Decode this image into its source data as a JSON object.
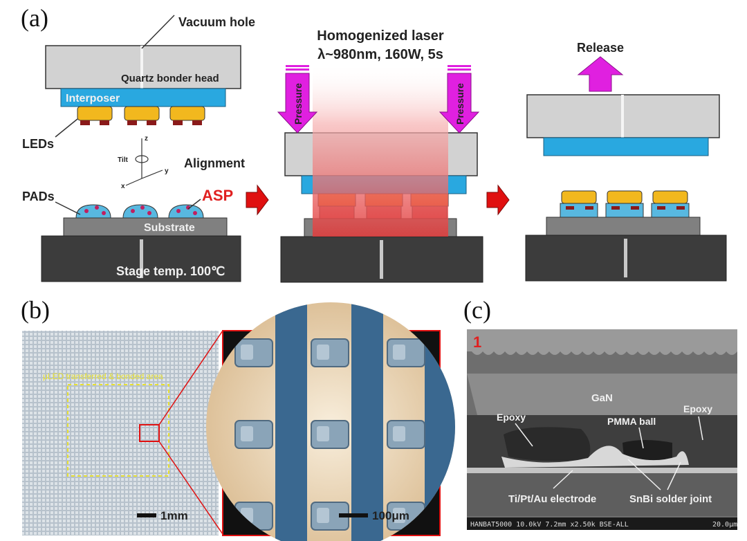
{
  "panels": {
    "a": "(a)",
    "b": "(b)",
    "c": "(c)"
  },
  "a": {
    "vacuum_hole": "Vacuum hole",
    "bonder_head": "Quartz bonder head",
    "interposer": "Interposer",
    "leds": "LEDs",
    "alignment": "Alignment",
    "tilt": "Tilt",
    "axis_z": "z",
    "axis_y": "y",
    "axis_x": "x",
    "pads": "PADs",
    "asp": "ASP",
    "substrate": "Substrate",
    "stage_temp": "Stage temp. 100℃",
    "laser_line1": "Homogenized laser",
    "laser_line2": "λ~980nm, 160W, 5s",
    "pressure": "Pressure",
    "release": "Release"
  },
  "b": {
    "area_label": "μLED transferred & bonded area",
    "scale_1": "1mm",
    "scale_2": "100μm"
  },
  "c": {
    "number": "1",
    "gan": "GaN",
    "epoxy": "Epoxy",
    "pmma": "PMMA ball",
    "electrode": "Ti/Pt/Au electrode",
    "solder": "SnBi solder joint",
    "footer_info": "HANBAT5000 10.0kV 7.2mm x2.50k BSE-ALL",
    "footer_scale": "20.0μm"
  },
  "colors": {
    "head": "#d2d2d2",
    "interposer": "#29a8e0",
    "led": "#f2b81e",
    "led_hot": "#f07a1a",
    "substrate": "#808080",
    "stage": "#3c3c3c",
    "pressure": "#e020e0",
    "arrow_red": "#e01010",
    "asp_text": "#e02020",
    "pad_blue": "#58b8e0",
    "bead": "#c02060"
  }
}
